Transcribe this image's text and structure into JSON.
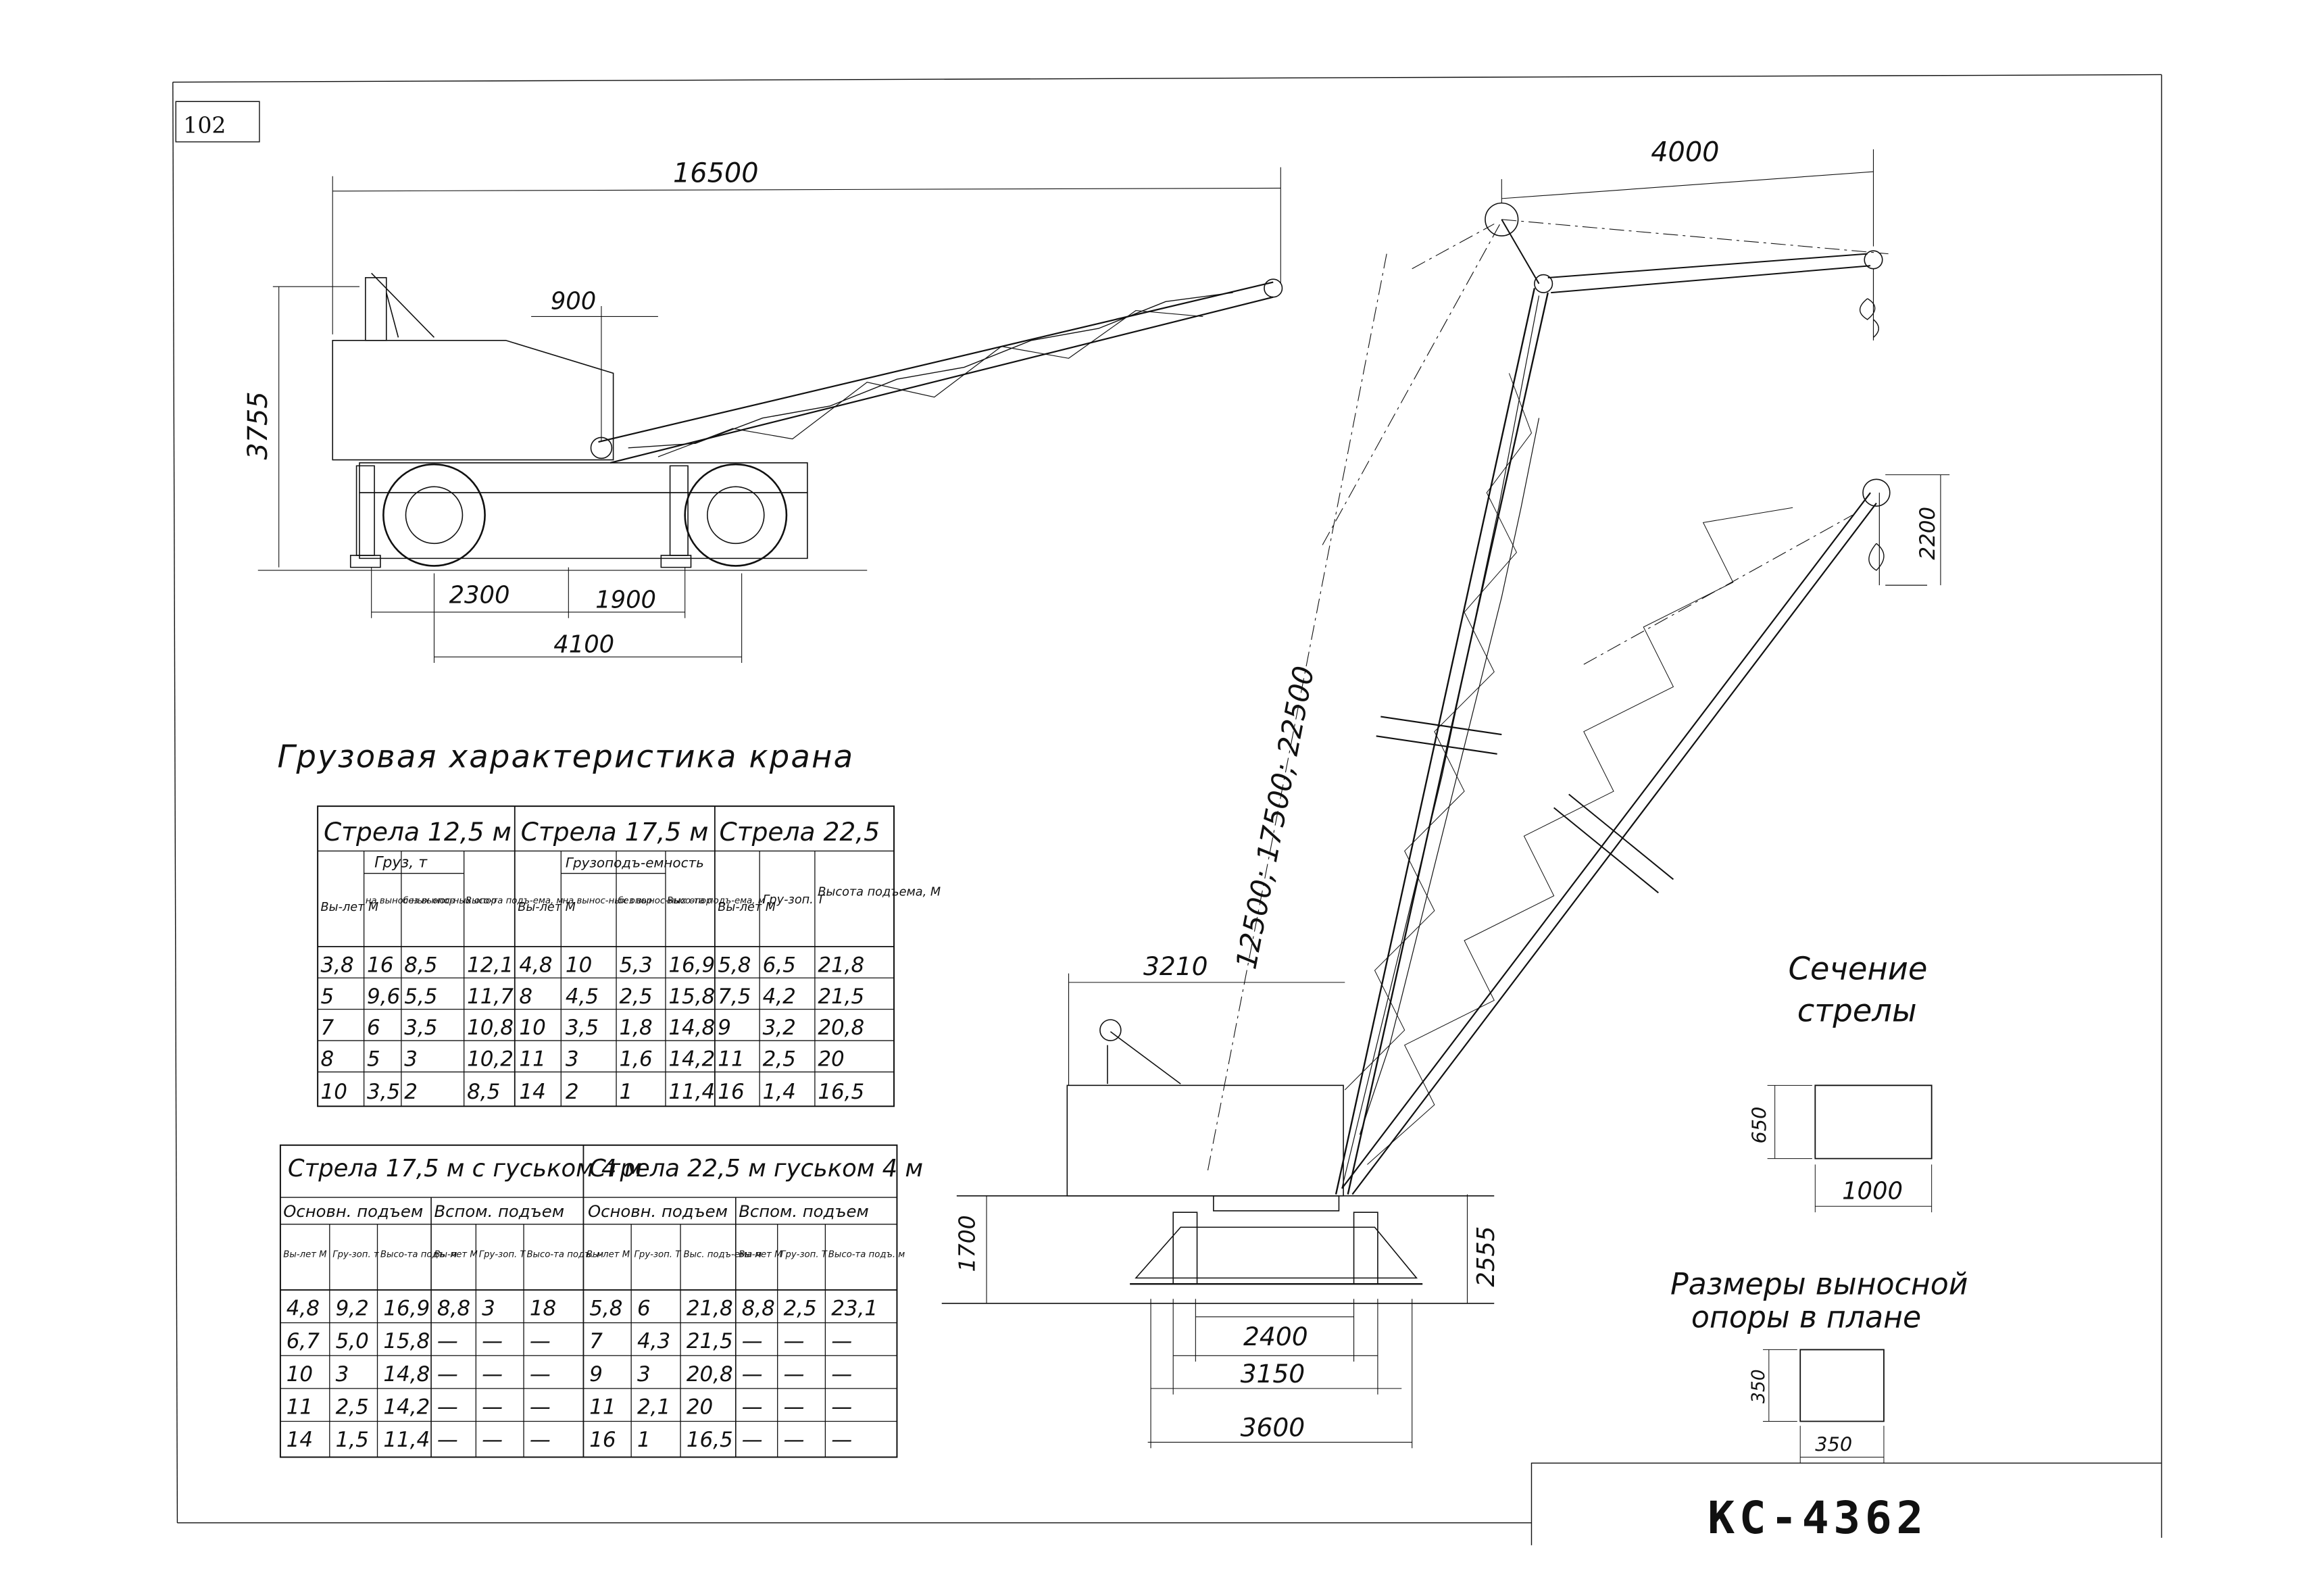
{
  "page_number": "102",
  "model": "КС-4362",
  "caption": "Грузовая характеристика крана",
  "boom_section": {
    "title_line1": "Сечение",
    "title_line2": "стрелы",
    "height": "650",
    "width": "1000"
  },
  "outrigger": {
    "title_line1": "Размеры выносной",
    "title_line2": "опоры в плане",
    "height": "350",
    "width": "350"
  },
  "dimensions": {
    "overall_length": "16500",
    "height": "3755",
    "pivot_offset": "900",
    "axle_front": "2300",
    "axle_rear": "1900",
    "base": "4100",
    "jib_length": "4000",
    "boom_lengths": "12500; 17500; 22500",
    "hook_drop": "2200",
    "cab_length": "3210",
    "support_height": "1700",
    "pivot_height": "2555",
    "track_2400": "2400",
    "track_3150": "3150",
    "track_3600": "3600"
  },
  "table1": {
    "groups": [
      "Стрела 12,5 м",
      "Стрела 17,5 м",
      "Стрела 22,5"
    ],
    "headers": {
      "reach": "Вы-лет М",
      "load": "Груз, т",
      "on_out": "на вынос-ных опор",
      "no_out": "без вынос-ных опор",
      "height": "Высо-та подъ-ема, м",
      "load2": "Грузоподъ-емность",
      "height3": "Высота подъема, М",
      "load3": "Гру-зоп. Т"
    },
    "rows": [
      [
        "3,8",
        "16",
        "8,5",
        "12,1",
        "4,8",
        "10",
        "5,3",
        "16,9",
        "5,8",
        "6,5",
        "21,8"
      ],
      [
        "5",
        "9,6",
        "5,5",
        "11,7",
        "8",
        "4,5",
        "2,5",
        "15,8",
        "7,5",
        "4,2",
        "21,5"
      ],
      [
        "7",
        "6",
        "3,5",
        "10,8",
        "10",
        "3,5",
        "1,8",
        "14,8",
        "9",
        "3,2",
        "20,8"
      ],
      [
        "8",
        "5",
        "3",
        "10,2",
        "11",
        "3",
        "1,6",
        "14,2",
        "11",
        "2,5",
        "20"
      ],
      [
        "10",
        "3,5",
        "2",
        "8,5",
        "14",
        "2",
        "1",
        "11,4",
        "16",
        "1,4",
        "16,5"
      ]
    ]
  },
  "table2": {
    "groups": [
      "Стрела 17,5 м с гуськом 4 м",
      "Стрела 22,5 м гуськом 4 м"
    ],
    "subgroups": [
      "Основн. подъем",
      "Вспом. подъем",
      "Основн. подъем",
      "Вспом. подъем"
    ],
    "headers": [
      "Вы-лет М",
      "Гру-зоп. т",
      "Высо-та подъ. м",
      "Вы-лет М",
      "Гру-зоп. Т",
      "Высо-та подъ. м",
      "Вы-лет М",
      "Гру-зоп. Т",
      "Выс. подъ-ема м",
      "Вы-лет М",
      "Гру-зоп. Т",
      "Высо-та подъ. м"
    ],
    "rows": [
      [
        "4,8",
        "9,2",
        "16,9",
        "8,8",
        "3",
        "18",
        "5,8",
        "6",
        "21,8",
        "8,8",
        "2,5",
        "23,1"
      ],
      [
        "6,7",
        "5,0",
        "15,8",
        "—",
        "—",
        "—",
        "7",
        "4,3",
        "21,5",
        "—",
        "—",
        "—"
      ],
      [
        "10",
        "3",
        "14,8",
        "—",
        "—",
        "—",
        "9",
        "3",
        "20,8",
        "—",
        "—",
        "—"
      ],
      [
        "11",
        "2,5",
        "14,2",
        "—",
        "—",
        "—",
        "11",
        "2,1",
        "20",
        "—",
        "—",
        "—"
      ],
      [
        "14",
        "1,5",
        "11,4",
        "—",
        "—",
        "—",
        "16",
        "1",
        "16,5",
        "—",
        "—",
        "—"
      ]
    ]
  }
}
